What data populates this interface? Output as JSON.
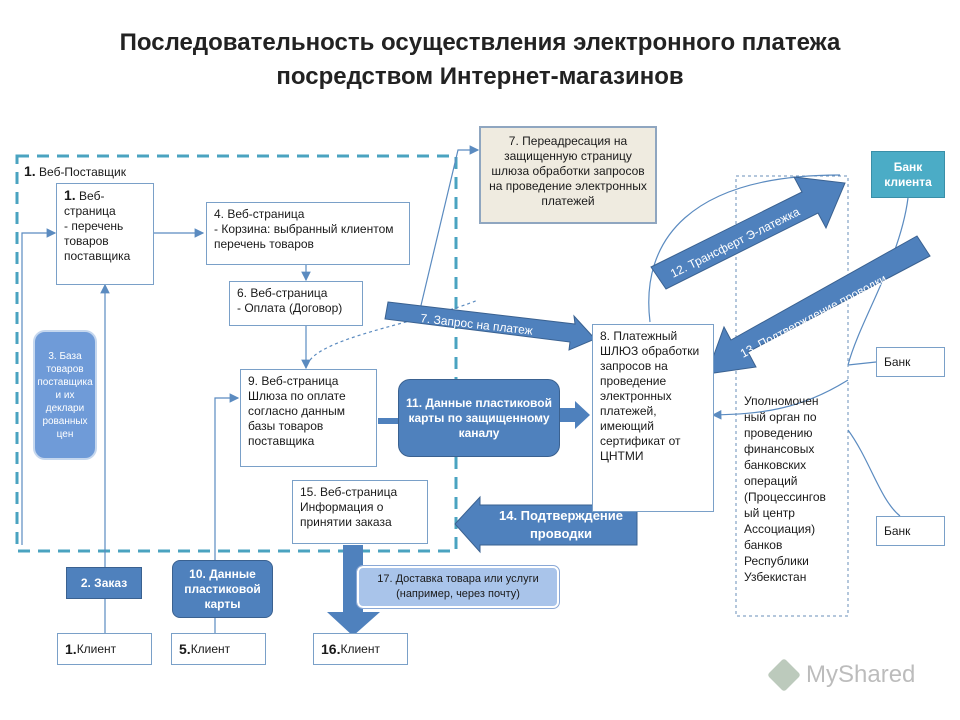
{
  "title_line1": "Последовательность осуществления электронного платежа",
  "title_line2": "посредством Интернет-магазинов",
  "vendor_group_num": "1.",
  "vendor_group_text": " Веб-Поставщик",
  "nodes": {
    "n1_num": "1.",
    "n1_text": " Веб-страница\n - перечень товаров поставщика",
    "n3": "3. База товаров поставщика и их деклари рованных цен",
    "n4": "4. Веб-страница\n - Корзина: выбранный клиентом перечень товаров",
    "n6": "6. Веб-страница\n - Оплата (Договор)",
    "n7": "7. Переадресация на защищенную страницу шлюза обработки запросов на проведение электронных платежей",
    "n8": "8. Платежный ШЛЮЗ обработки запросов на проведение электронных платежей, имеющий сертификат от ЦНТМИ",
    "n9": "9. Веб-страница Шлюза по оплате согласно данным базы товаров поставщика",
    "n11": "11. Данные пластиковой карты по защищенному каналу",
    "n15": "15. Веб-страница Информация о принятии заказа",
    "n2": "2. Заказ",
    "n10": "10. Данные пластиковой карты",
    "n17": "17. Доставка товара или услуги (например, через почту)",
    "c1_num": "1.",
    "c1_text": " Клиент",
    "c5_num": "5.",
    "c5_text": " Клиент",
    "c16_num": "16.",
    "c16_text": " Клиент",
    "bank_client": "Банк клиента",
    "bank_a": "Банк",
    "bank_b": "Банк",
    "authority": "Уполномочен ный орган по проведению финансовых банковских операций (Процессингов ый центр Ассоциация) банков Республики Узбекистан"
  },
  "arrows": {
    "a7": "7. Запрос на платеж",
    "a12": "12. Трансферт Э-латежка",
    "a13": "13. Подтверждение проводки",
    "a14": "14. Подтверждение проводки"
  },
  "watermark": "MyShared",
  "colors": {
    "accent_blue": "#4f81bd",
    "dashed_border": "#4aa3c0",
    "box_border": "#7aa0c8",
    "bank_client_bg": "#4bacc6",
    "beige_box": "#efebe0"
  }
}
